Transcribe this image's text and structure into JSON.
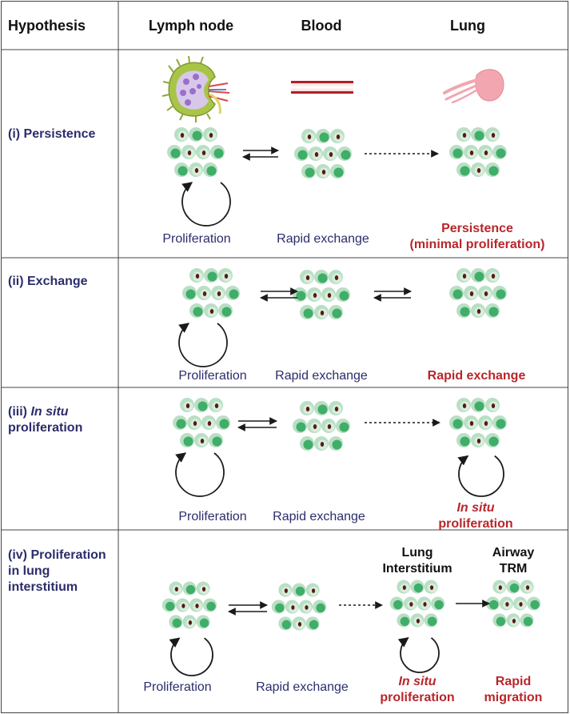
{
  "headers": {
    "hypothesis": "Hypothesis",
    "lymph_node": "Lymph node",
    "blood": "Blood",
    "lung": "Lung"
  },
  "rows": [
    {
      "label": "(i) Persistence",
      "lymph_caption": "Proliferation",
      "blood_caption": "Rapid exchange",
      "lung_caption_line1": "Persistence",
      "lung_caption_line2": "(minimal proliferation)"
    },
    {
      "label": "(ii) Exchange",
      "lymph_caption": "Proliferation",
      "blood_caption": "Rapid exchange",
      "lung_caption": "Rapid exchange"
    },
    {
      "label_prefix": "(iii) ",
      "label_italic": "In situ",
      "label_line2": "proliferation",
      "lymph_caption": "Proliferation",
      "blood_caption": "Rapid exchange",
      "lung_caption_italic": "In situ",
      "lung_caption_line2": "proliferation"
    },
    {
      "label_line1": "(iv) Proliferation",
      "label_line2": "in lung",
      "label_line3": "interstitium",
      "lymph_caption": "Proliferation",
      "blood_caption": "Rapid exchange",
      "interstitium_header_line1": "Lung",
      "interstitium_header_line2": "Interstitium",
      "airway_header_line1": "Airway",
      "airway_header_line2": "TRM",
      "interstitium_caption_italic": "In situ",
      "interstitium_caption_line2": "proliferation",
      "airway_caption_line1": "Rapid",
      "airway_caption_line2": "migration"
    }
  ],
  "colors": {
    "label_navy": "#2b2d6b",
    "accent_red": "#b8262b",
    "cell_outer": "#b9dfc4",
    "cell_inner": "#3fae68",
    "nucleus": "#5a1a12",
    "grid_line": "#444444"
  },
  "icons": [
    "lymph-node-icon",
    "blood-vessel-icon",
    "lung-icon"
  ]
}
